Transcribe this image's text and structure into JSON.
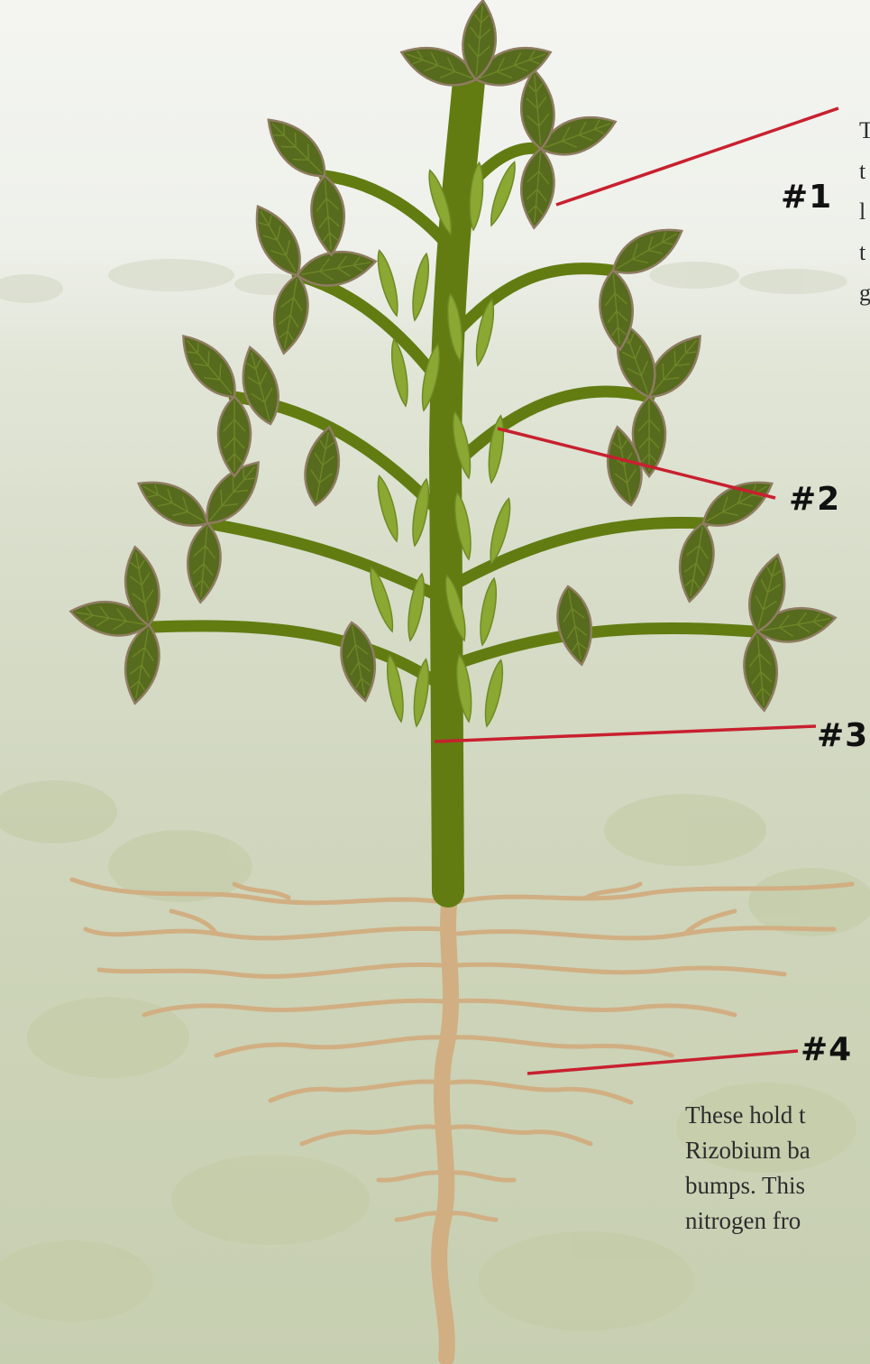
{
  "labels": {
    "l1": "#1",
    "l2": "#2",
    "l3": "#3",
    "l4": "#4"
  },
  "callout4": {
    "lines": [
      "These hold t",
      "Rizobium ba",
      "bumps. This",
      "nitrogen fro"
    ]
  },
  "callout1": {
    "lines": [
      "T",
      "t",
      "l",
      "t",
      "g"
    ]
  },
  "colors": {
    "leaf": "#566b1d",
    "leaf_outline": "#8f7c62",
    "stem": "#627c12",
    "pod": "#8aa832",
    "root": "#d1af82",
    "pointer": "#c8202f"
  }
}
